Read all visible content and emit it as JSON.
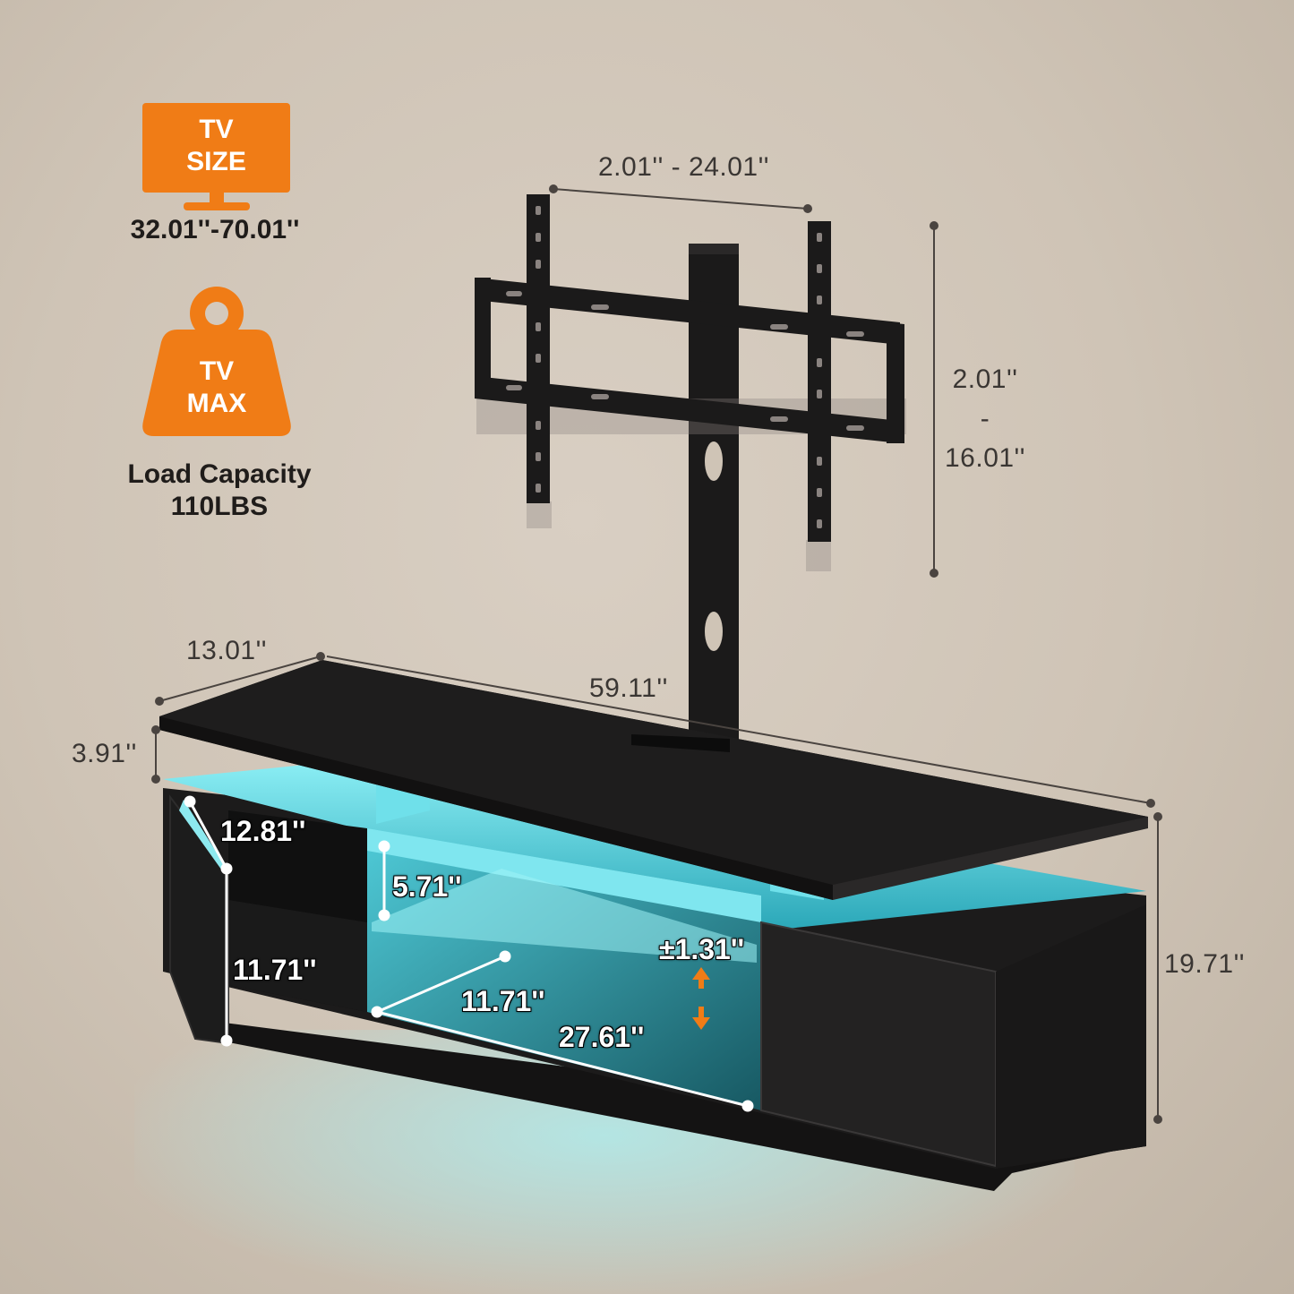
{
  "badges": {
    "tv_size": {
      "line1": "TV",
      "line2": "SIZE",
      "caption": "32.01''-70.01''",
      "icon": "monitor-icon"
    },
    "tv_max": {
      "line1": "TV",
      "line2": "MAX",
      "caption_line1": "Load Capacity",
      "caption_line2": "110LBS",
      "icon": "weight-icon"
    }
  },
  "dimensions": {
    "bracket_width": "2.01'' - 24.01''",
    "bracket_height_top": "2.01''",
    "bracket_height_sep": "-",
    "bracket_height_bottom": "16.01''",
    "depth": "13.01''",
    "width": "59.11''",
    "top_thickness": "3.91''",
    "height": "19.71''",
    "door_width": "12.81''",
    "door_height": "11.71''",
    "shelf_gap": "5.71''",
    "shelf_adjust": "±1.31''",
    "shelf_depth": "11.71''",
    "shelf_width": "27.61''"
  },
  "colors": {
    "accent": "#f07c16",
    "led": "#5fd8e6",
    "furniture": "#1e1d1d"
  }
}
